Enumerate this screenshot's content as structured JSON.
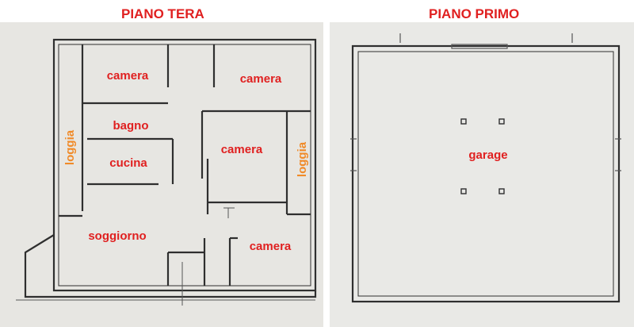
{
  "titles": {
    "ground_floor": "PIANO TERA",
    "first_floor": "PIANO PRIMO"
  },
  "ground_floor_rooms": {
    "camera_top_left": "camera",
    "camera_top_right": "camera",
    "bagno": "bagno",
    "cucina": "cucina",
    "camera_middle": "camera",
    "loggia_left": "loggia",
    "loggia_right": "loggia",
    "soggiorno": "soggiorno",
    "camera_bottom": "camera"
  },
  "first_floor_rooms": {
    "garage": "garage"
  },
  "colors": {
    "room_label": "#e02020",
    "loggia_label": "#f08a28",
    "paper": "#e8e7e3",
    "wall": "#2f2f2f"
  }
}
